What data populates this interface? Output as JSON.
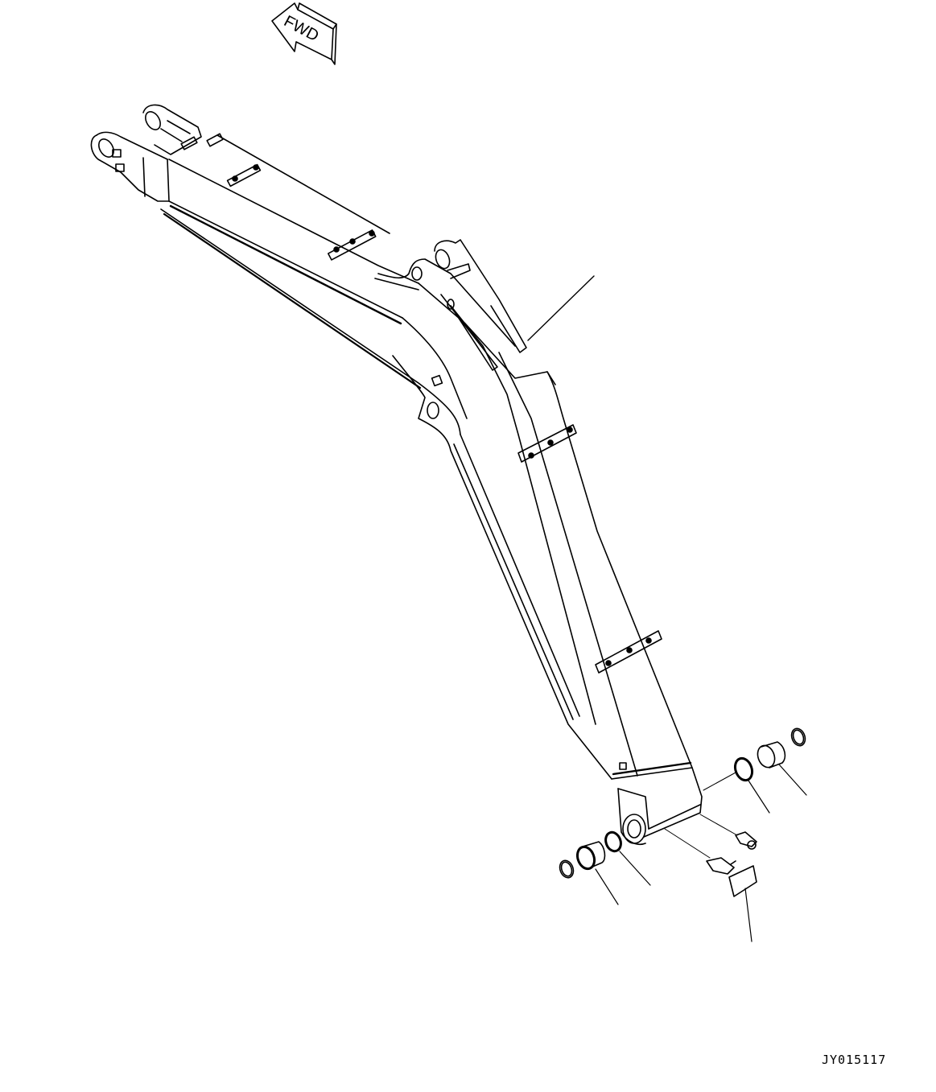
{
  "diagram": {
    "type": "exploded parts illustration",
    "subject": "excavator boom assembly",
    "orientation_marker": {
      "label": "FWD",
      "icon": "forward-arrow-icon"
    },
    "figure_id": "JY015117",
    "components": [
      {
        "name": "boom",
        "callout": "leader line, upper right"
      },
      {
        "name": "bushing-right",
        "callout": "leader line, right"
      },
      {
        "name": "seal-ring-right",
        "callout": "leader line, right"
      },
      {
        "name": "snap-ring-right"
      },
      {
        "name": "bushing-left",
        "callout": "leader line, bottom"
      },
      {
        "name": "seal-ring-left",
        "callout": "leader line, bottom"
      },
      {
        "name": "snap-ring-left"
      },
      {
        "name": "grease-fitting-pair",
        "callout": "leader line, bottom right (bracketed)"
      }
    ]
  }
}
